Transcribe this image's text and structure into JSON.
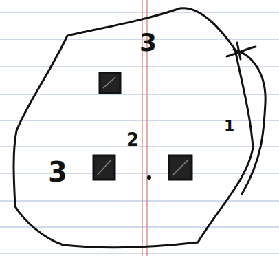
{
  "diagram": {
    "labels": [
      "3",
      "1",
      "2",
      "3"
    ]
  }
}
